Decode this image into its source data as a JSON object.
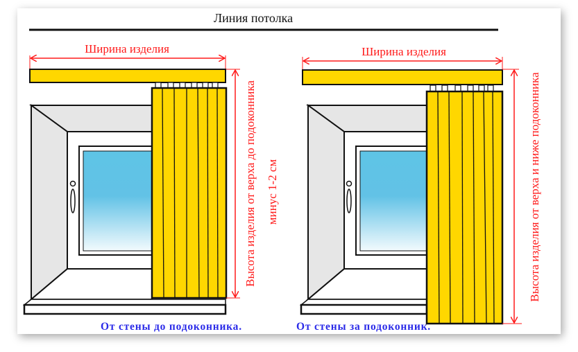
{
  "title": "Линия потолка",
  "left": {
    "width_label": "Ширина изделия",
    "height_label": "Высота изделия от верха до подоконника",
    "height_note": "минус 1-2 см",
    "caption": "От стены до подоконника."
  },
  "right": {
    "width_label": "Ширина изделия",
    "height_label": "Высота изделия от верха и ниже подоконника",
    "caption": "От стены за подоконник."
  },
  "colors": {
    "blind": "#FFD700",
    "measure": "#ff1a1a",
    "caption": "#2a2ae8"
  }
}
